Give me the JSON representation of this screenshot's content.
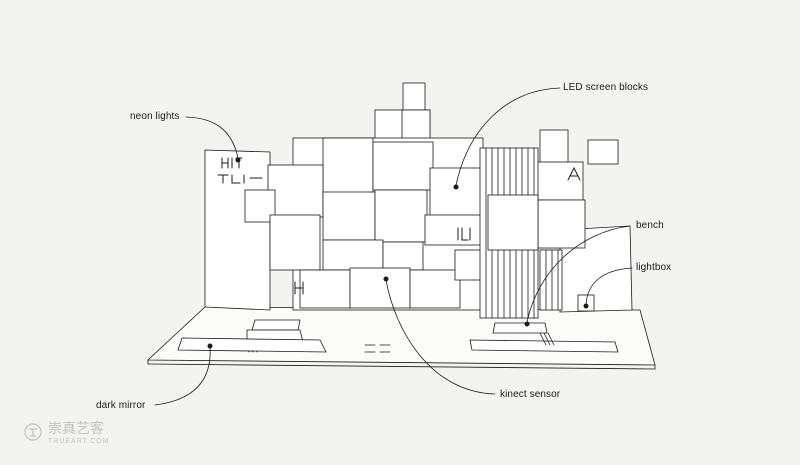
{
  "diagram": {
    "labels": {
      "neon_lights": "neon lights",
      "led_screen_blocks": "LED screen blocks",
      "bench": "bench",
      "lightbox": "lightbox",
      "dark_mirror": "dark mirror",
      "kinect_sensor": "kinect sensor"
    },
    "colors": {
      "ink": "#1a1a1a",
      "paper": "#f3f3f1",
      "fill": "#ffffff"
    }
  },
  "watermark": {
    "main": "崇真艺客",
    "sub": "TRUEART.COM",
    "icon": "logo-mark-icon"
  }
}
